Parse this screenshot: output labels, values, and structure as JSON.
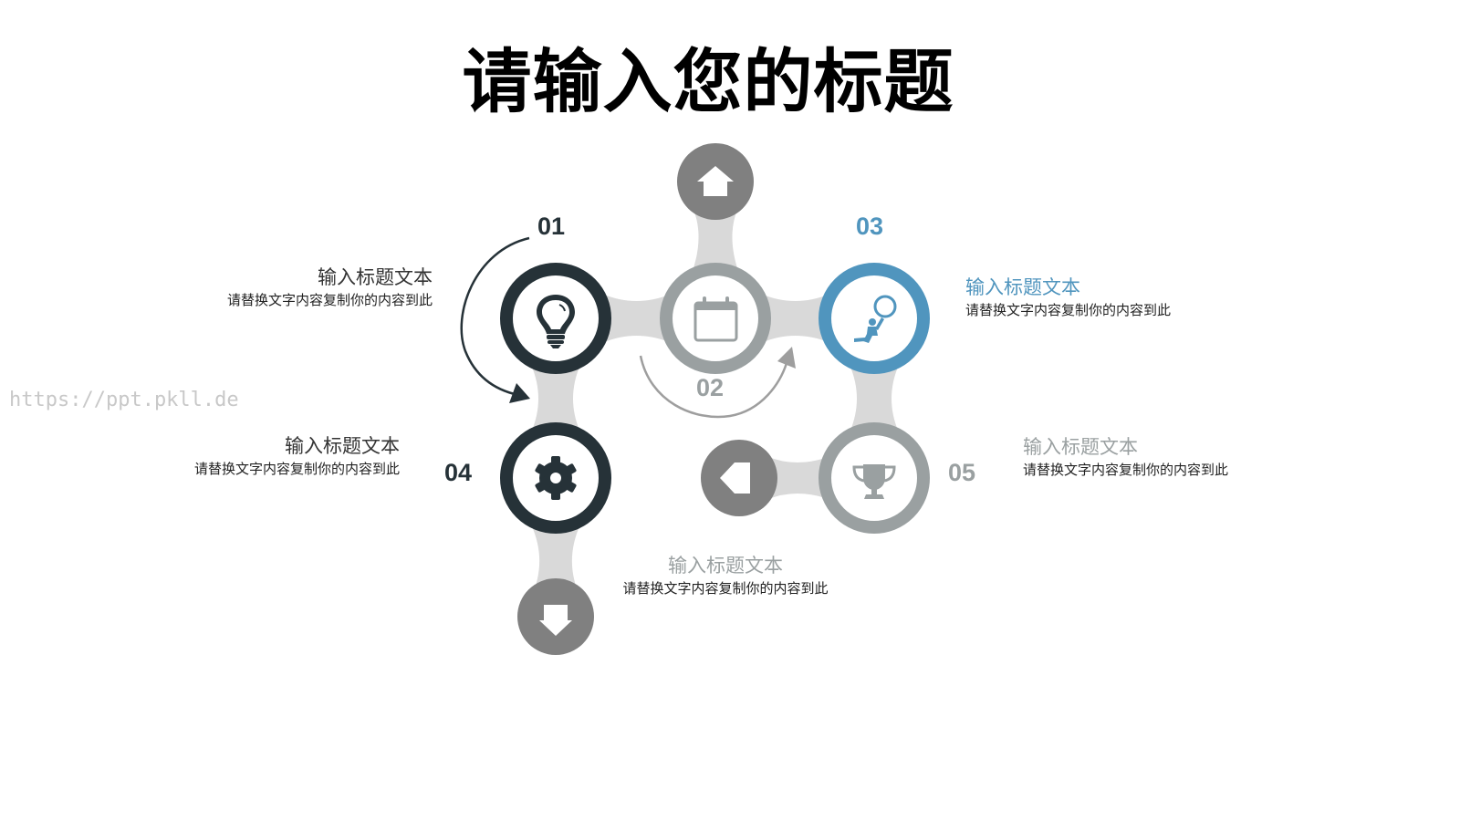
{
  "title": "请输入您的标题",
  "watermark": "https://ppt.pkll.de",
  "colors": {
    "dark": "#263238",
    "gray": "#9AA0A1",
    "blue": "#5095BE",
    "nav_gray": "#808080",
    "connector": "#D9D9D9",
    "arrow_dark": "#263238",
    "arrow_gray": "#9E9E9E"
  },
  "steps": [
    {
      "num": "01",
      "icon": "lightbulb-icon",
      "title": "输入标题文本",
      "desc": "请替换文字内容复制你的内容到此",
      "color": "#263238"
    },
    {
      "num": "02",
      "icon": "calendar-icon",
      "title": "输入标题文本",
      "desc": "请替换文字内容复制你的内容到此",
      "color": "#9AA0A1"
    },
    {
      "num": "03",
      "icon": "magnifier-person-icon",
      "title": "输入标题文本",
      "desc": "请替换文字内容复制你的内容到此",
      "color": "#5095BE"
    },
    {
      "num": "04",
      "icon": "gear-icon",
      "title": "输入标题文本",
      "desc": "请替换文字内容复制你的内容到此",
      "color": "#263238"
    },
    {
      "num": "05",
      "icon": "trophy-icon",
      "title": "输入标题文本",
      "desc": "请替换文字内容复制你的内容到此",
      "color": "#9AA0A1"
    }
  ],
  "nav": {
    "top": "home-icon",
    "left": "arrow-left-icon",
    "bottom": "arrow-down-icon"
  }
}
